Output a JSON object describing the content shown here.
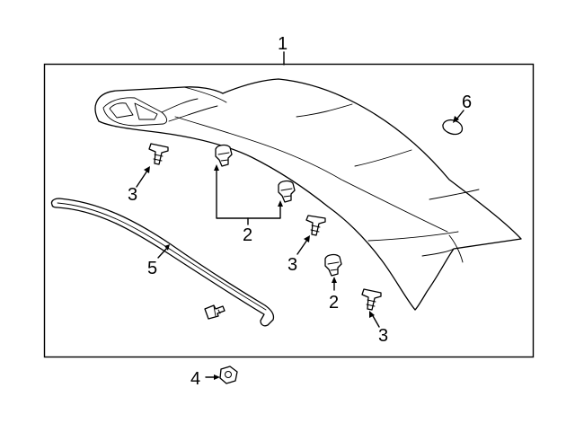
{
  "callouts": {
    "c1": "1",
    "c2a": "2",
    "c2b": "2",
    "c3a": "3",
    "c3b": "3",
    "c3c": "3",
    "c4": "4",
    "c5": "5",
    "c6": "6"
  },
  "colors": {
    "line": "#000000",
    "background": "#ffffff"
  }
}
